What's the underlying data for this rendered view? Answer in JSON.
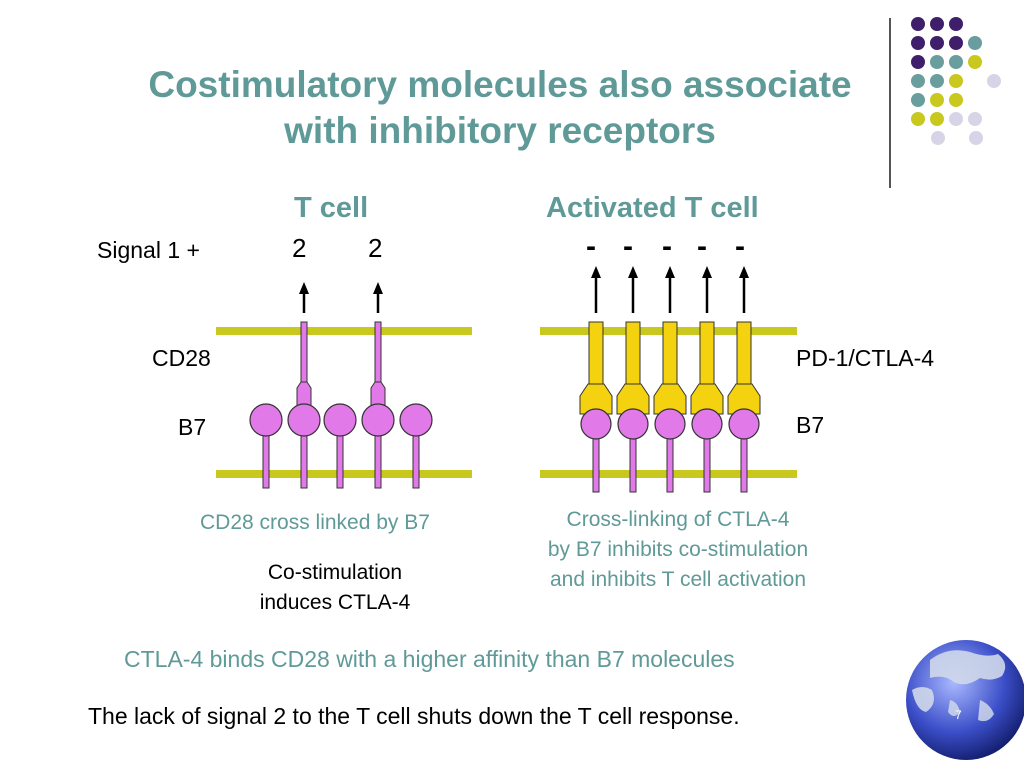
{
  "slide": {
    "title_line1": "Costimulatory molecules also associate",
    "title_line2": "with inhibitory receptors",
    "slide_number": "7"
  },
  "left_panel": {
    "heading": "T cell",
    "signal_label": "Signal 1 +",
    "signal_values": [
      "2",
      "2"
    ],
    "receptor_label": "CD28",
    "ligand_label": "B7",
    "caption": "CD28 cross linked by B7",
    "note_line1": "Co-stimulation",
    "note_line2": "induces CTLA-4"
  },
  "right_panel": {
    "heading": "Activated T cell",
    "signal_values": [
      "-",
      "-",
      "-",
      "-",
      "-"
    ],
    "receptor_label": "PD-1/CTLA-4",
    "ligand_label": "B7",
    "caption_line1": "Cross-linking of CTLA-4",
    "caption_line2": "by B7 inhibits co-stimulation",
    "caption_line3": "and inhibits T cell activation"
  },
  "footer": {
    "affinity_note": "CTLA-4 binds CD28 with a higher affinity than B7 molecules",
    "conclusion": "The lack of signal 2 to the T cell shuts down the T cell response."
  },
  "colors": {
    "title": "#5f9a98",
    "membrane": "#c8c81e",
    "cd28": "#e17ae8",
    "b7": "#e17ae8",
    "ctla4": "#f5d20f",
    "dot_purple": "#3f1f6b",
    "dot_teal": "#6a9e9e",
    "dot_yellow": "#c8c81e",
    "dot_lavender": "#d8d4e8"
  },
  "icons": [
    "globe-icon"
  ]
}
